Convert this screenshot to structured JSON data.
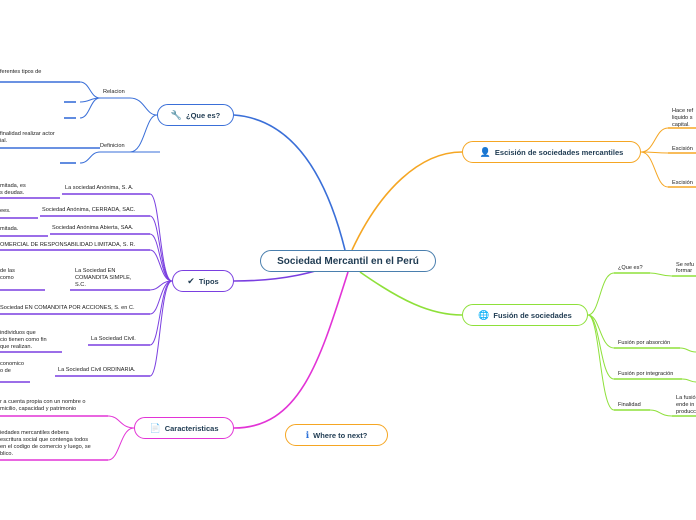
{
  "root": {
    "label": "Sociedad Mercantil en el Perú"
  },
  "que_es": {
    "label": "¿Que es?",
    "icon": "wrench-icon",
    "relacion": "Relacion",
    "relacion_text": "ferentes tipos de",
    "definicion": "Definicion",
    "definicion_text_1": "finalidad realizar actor",
    "definicion_text_2": "ial."
  },
  "tipos": {
    "label": "Tipos",
    "icon": "checkmark-icon",
    "items": [
      {
        "label": "La sociedad Anónima, S. A.",
        "detail_1": "mitada, es",
        "detail_2": "s deudas."
      },
      {
        "label": "Sociedad Anónima, CERRADA, SAC.",
        "detail_1": "ees."
      },
      {
        "label": "Sociedad Anónima Abierta, SAA.",
        "detail_1": "mitada."
      },
      {
        "label": "OMERCIAL DE RESPONSABILIDAD LIMITADA, S. R."
      },
      {
        "label_1": "La Sociedad EN",
        "label_2": "COMANDITA SIMPLE,",
        "label_3": "S.C.",
        "detail_1": "de las",
        "detail_2": "como"
      },
      {
        "label": "Sociedad EN COMANDITA POR ACCIONES, S. en C."
      },
      {
        "label": "La Sociedad Civil.",
        "detail_1": "individuos que",
        "detail_2": "cio tienen como fin",
        "detail_3": "que realizan."
      },
      {
        "label": "La Sociedad Civil ORDINARIA.",
        "detail_1": "conomico",
        "detail_2": "o de"
      }
    ]
  },
  "caracteristicas": {
    "label": "Caracteristicas",
    "icon": "document-icon",
    "text_a_1": "r a cuenta propia con un nombre o",
    "text_a_2": "micilio, capacidad y patrimonio",
    "text_b_1": "iedades mercantiles debera",
    "text_b_2": "escritura social que contenga todos",
    "text_b_3": "en el codigo de comercio y luego, se",
    "text_b_4": "blico."
  },
  "where_next": {
    "label": "Where to next?",
    "icon": "info-icon"
  },
  "escision": {
    "label": "Escisión de sociedades mercantiles",
    "icon": "person-icon",
    "hace_1": "Hace ref",
    "hace_2": "liquido s",
    "hace_3": "capital.",
    "escision_1": "Escisión",
    "escision_2": "Escisión"
  },
  "fusion": {
    "label": "Fusión de sociedades",
    "icon": "globe-icon",
    "que_es": "¿Que es?",
    "se_ref_1": "Se refu",
    "se_ref_2": "formar",
    "absorcion": "Fusión por absorción",
    "integracion": "Fusión por integración",
    "finalidad": "Finalidad",
    "fin_1": "La fusió",
    "fin_2": "ende in",
    "fin_3": "producc"
  },
  "colors": {
    "blue": "#3a6fd8",
    "orange": "#f5a623",
    "green": "#8ee03a",
    "purple": "#7a3fe0",
    "magenta": "#e233d6"
  }
}
